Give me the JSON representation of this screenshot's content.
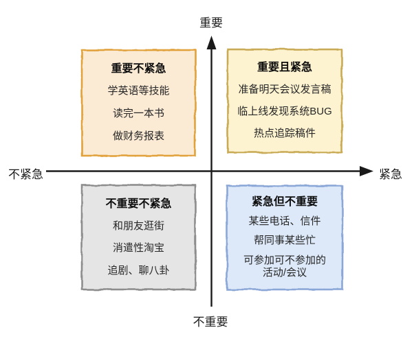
{
  "axes": {
    "color": "#1a1a1a",
    "top_label": "重要",
    "bottom_label": "不重要",
    "left_label": "不紧急",
    "right_label": "紧急"
  },
  "quadrants": [
    {
      "id": "important-not-urgent",
      "title": "重要不紧急",
      "items": [
        "学英语等技能",
        "读完一本书",
        "做财务报表"
      ],
      "fill": "#fbead4",
      "border": "#e2a23b"
    },
    {
      "id": "important-and-urgent",
      "title": "重要且紧急",
      "items": [
        "准备明天会议发言稿",
        "临上线发现系统BUG",
        "热点追踪稿件"
      ],
      "fill": "#fdf3d0",
      "border": "#c9aa55"
    },
    {
      "id": "not-important-not-urgent",
      "title": "不重要不紧急",
      "items": [
        "和朋友逛街",
        "消遣性淘宝",
        "追剧、聊八卦"
      ],
      "fill": "#e5e5e5",
      "border": "#8d8d8d"
    },
    {
      "id": "urgent-but-not-important",
      "title": "紧急但不重要",
      "items": [
        "某些电话、信件",
        "帮同事某些忙",
        "可参加可不参加的\n活动/会议"
      ],
      "fill": "#dde9f9",
      "border": "#8aa7d7"
    }
  ]
}
